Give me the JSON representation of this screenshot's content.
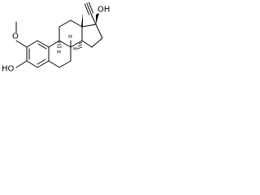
{
  "molecule": {
    "labels": {
      "methoxy_o": "O",
      "hydroxyl_17": "OH",
      "hydroxyl_3": "HO",
      "h_8": "H",
      "h_9": "H",
      "h_14": "H"
    }
  }
}
